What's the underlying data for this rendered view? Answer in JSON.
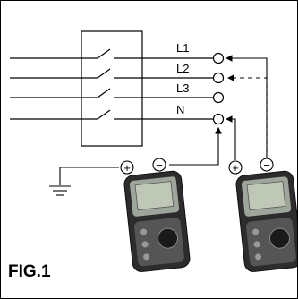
{
  "diagram": {
    "lines": [
      "L1",
      "L2",
      "L3",
      "N"
    ],
    "positive_symbol": "+",
    "negative_symbol": "−",
    "caption": "FIG.1"
  },
  "meters": [
    {
      "screen_display": "",
      "color_body": "#303030",
      "color_screen": "#bfc8b6",
      "color_panel": "#9ea59a"
    },
    {
      "screen_display": "",
      "color_body": "#303030",
      "color_screen": "#bfc8b6",
      "color_panel": "#9ea59a"
    }
  ]
}
